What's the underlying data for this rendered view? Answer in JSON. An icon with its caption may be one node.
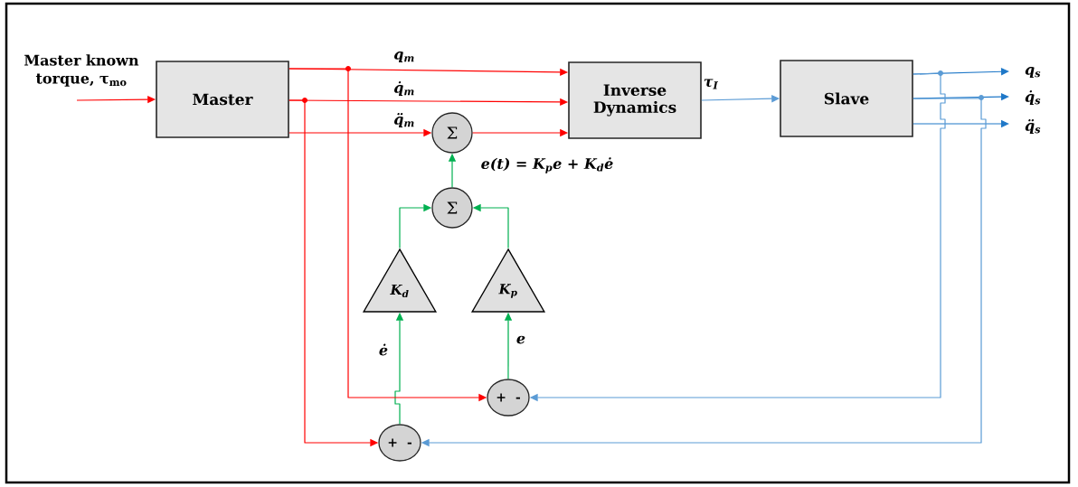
{
  "diagram": {
    "nodes": [
      {
        "text": [
          "Master"
        ]
      },
      {
        "text": [
          "Inverse Dynamics"
        ]
      },
      {
        "text": [
          "Slave"
        ]
      },
      {
        "text": [
          "Σ"
        ]
      },
      {
        "text": [
          "Σ"
        ]
      },
      {
        "text": [
          "K$_{d}$"
        ]
      },
      {
        "text": [
          "K$_{p}$"
        ]
      },
      {
        "text": [
          "+",
          "-"
        ]
      },
      {
        "text": [
          "+",
          "-"
        ]
      }
    ],
    "edges": [
      {
        "from": null,
        "to": 0,
        "arrow": "to",
        "label": "Master known torque, τ$_{mo}$",
        "color": "#ff0000"
      },
      {
        "from": 0,
        "to": 1,
        "arrow": "to",
        "label": "q$_{m}$",
        "color": "#ff0000"
      },
      {
        "from": 0,
        "to": 1,
        "arrow": "to",
        "label": "q̇$_{m}$",
        "color": "#ff0000"
      },
      {
        "from": 0,
        "to": 3,
        "arrow": "to",
        "label": "q̈$_{m}$",
        "color": "#ff0000"
      },
      {
        "from": 3,
        "to": 1,
        "arrow": "to",
        "color": "#ff0000"
      },
      {
        "from": 1,
        "to": 2,
        "arrow": "to",
        "label": "τ$_{I}$",
        "color": "#5b9bd5"
      },
      {
        "from": 2,
        "to": null,
        "arrow": "to",
        "label": "q$_{s}$",
        "color": "#1f78c8"
      },
      {
        "from": 2,
        "to": null,
        "arrow": "to",
        "label": "q̇$_{s}$",
        "color": "#1f78c8"
      },
      {
        "from": 2,
        "to": null,
        "arrow": "to",
        "label": "q̈$_{s}$",
        "color": "#1f78c8"
      },
      {
        "from": 4,
        "to": 3,
        "arrow": "to",
        "label": "e(t) = K$_{p}$e + K$_{d}$ė",
        "color": "#00b050"
      },
      {
        "from": 5,
        "to": 4,
        "arrow": "to",
        "color": "#00b050"
      },
      {
        "from": 6,
        "to": 4,
        "arrow": "to",
        "color": "#00b050"
      },
      {
        "from": 7,
        "to": 6,
        "arrow": "to",
        "label": "e",
        "color": "#00b050"
      },
      {
        "from": 8,
        "to": 5,
        "arrow": "to",
        "label": "ė",
        "color": "#00b050"
      },
      {
        "from": 0,
        "to": 7,
        "arrow": "to",
        "color": "#ff0000"
      },
      {
        "from": 0,
        "to": 8,
        "arrow": "to",
        "color": "#ff0000"
      },
      {
        "from": 2,
        "to": 7,
        "arrow": "to",
        "color": "#5b9bd5"
      },
      {
        "from": 2,
        "to": 8,
        "arrow": "to",
        "color": "#5b9bd5"
      }
    ]
  }
}
